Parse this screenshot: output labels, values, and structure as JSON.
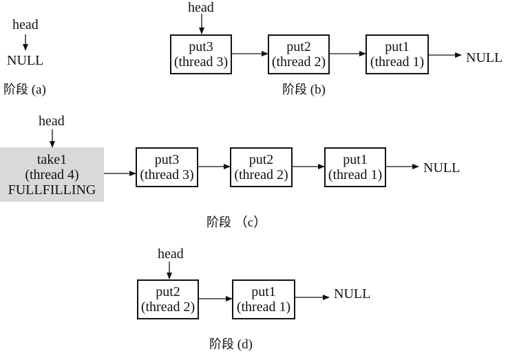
{
  "head_label": "head",
  "null_label": "NULL",
  "stages": [
    {
      "caption_prefix": "阶段",
      "caption_tag": "(a)",
      "nodes": []
    },
    {
      "caption_prefix": "阶段",
      "caption_tag": "(b)",
      "nodes": [
        {
          "op": "put3",
          "thread": "(thread 3)"
        },
        {
          "op": "put2",
          "thread": "(thread 2)"
        },
        {
          "op": "put1",
          "thread": "(thread 1)"
        }
      ]
    },
    {
      "caption_prefix": "阶段",
      "caption_tag": "（c）",
      "nodes": [
        {
          "op": "take1",
          "thread": "(thread 4)",
          "state": "FULLFILLING",
          "highlight": "#d9d9d9"
        },
        {
          "op": "put3",
          "thread": "(thread 3)"
        },
        {
          "op": "put2",
          "thread": "(thread 2)"
        },
        {
          "op": "put1",
          "thread": "(thread 1)"
        }
      ]
    },
    {
      "caption_prefix": "阶段",
      "caption_tag": "(d)",
      "nodes": [
        {
          "op": "put2",
          "thread": "(thread 2)"
        },
        {
          "op": "put1",
          "thread": "(thread 1)"
        }
      ]
    }
  ]
}
